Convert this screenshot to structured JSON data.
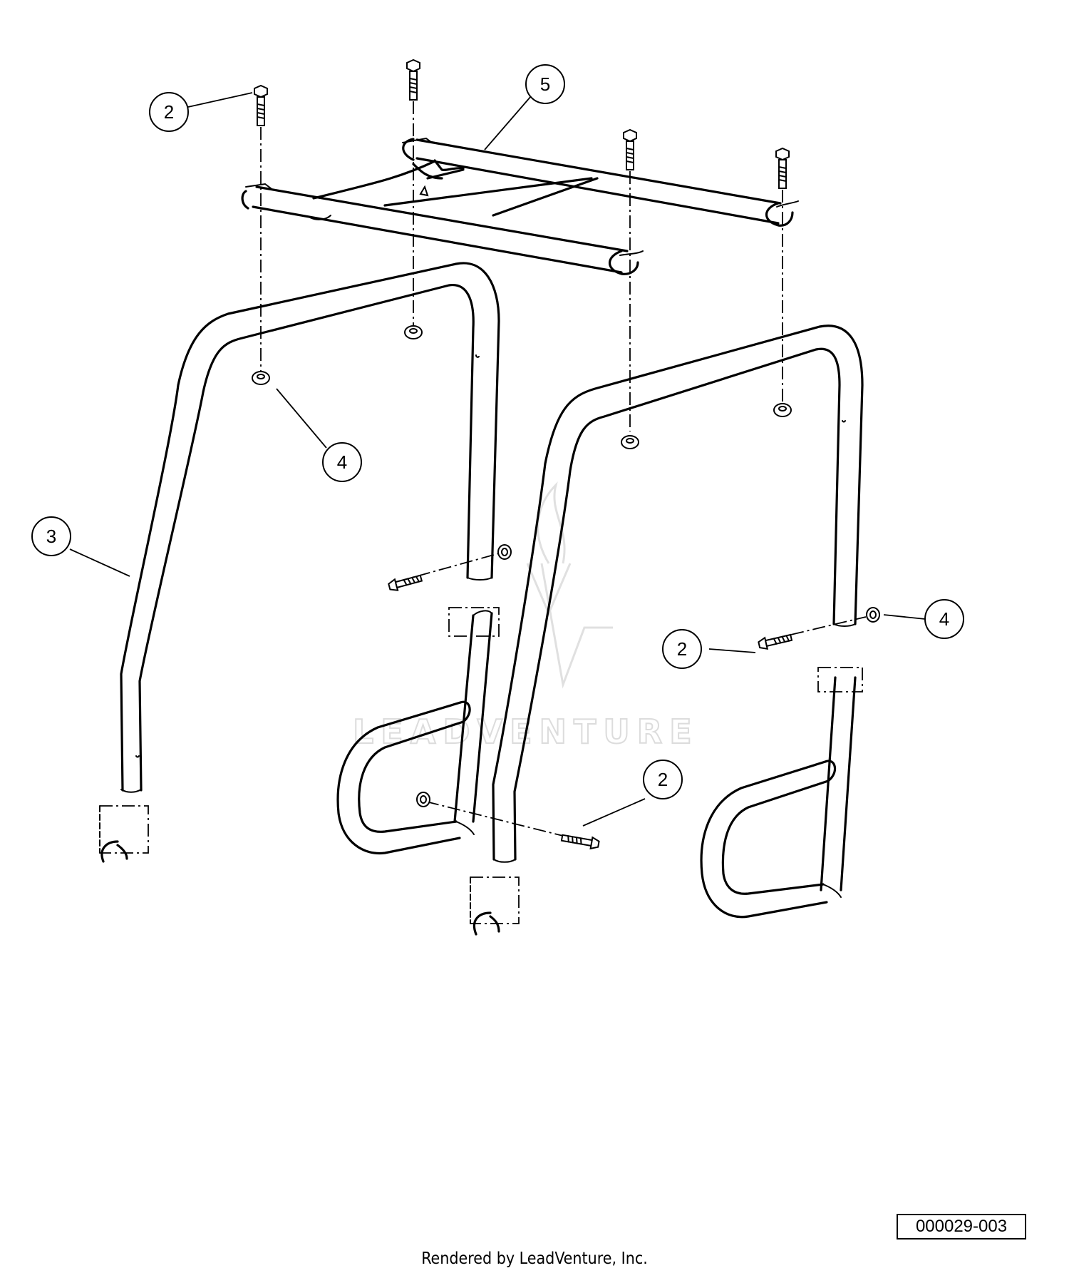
{
  "callouts": [
    {
      "id": "c2a",
      "label": "2"
    },
    {
      "id": "c5",
      "label": "5"
    },
    {
      "id": "c4a",
      "label": "4"
    },
    {
      "id": "c3",
      "label": "3"
    },
    {
      "id": "c2b",
      "label": "2"
    },
    {
      "id": "c4b",
      "label": "4"
    },
    {
      "id": "c2c",
      "label": "2"
    }
  ],
  "watermark": "LEADVENTURE",
  "drawing_code": "000029-003",
  "footer": "Rendered by LeadVenture, Inc."
}
